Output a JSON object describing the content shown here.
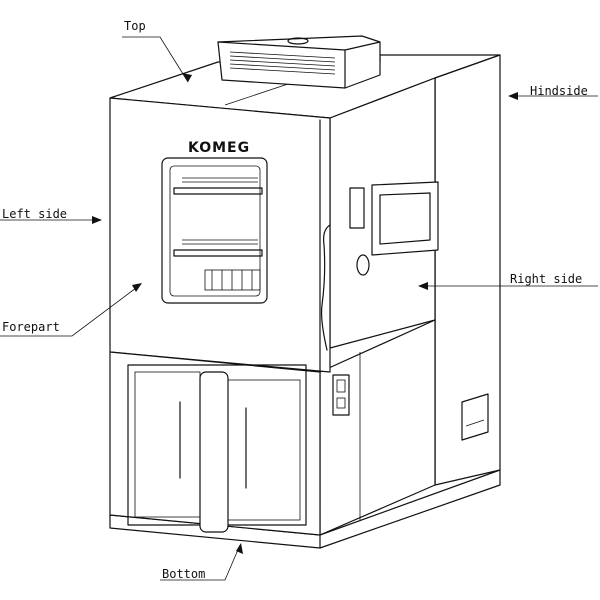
{
  "brand": {
    "logo_text": "KOMEG"
  },
  "labels": {
    "top": "Top",
    "hindside": "Hindside",
    "left_side": "Left side",
    "right_side": "Right side",
    "forepart": "Forepart",
    "bottom": "Bottom"
  },
  "colors": {
    "line": "#111111",
    "background": "#ffffff"
  }
}
